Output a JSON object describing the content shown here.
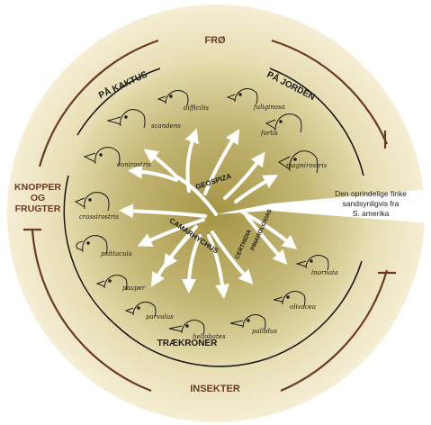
{
  "outer_ring": {
    "top": "FRØ",
    "left_line1": "KNOPPER",
    "left_line2": "OG",
    "left_line3": "FRUGTER",
    "bottom": "INSEKTER"
  },
  "inner_ring": {
    "kaktus": "PÅ KAKTUS",
    "jorden": "PÅ JORDEN",
    "traekroner": "TRÆKRONER"
  },
  "genera": {
    "geospiza": "GEOSPIZA",
    "camarhychus": "CAMARHYCHUS",
    "certhidia": "CERTHIDIA",
    "pinaroloxias": "PINAROLOXIAS"
  },
  "origin": {
    "line1": "Den oprindelige finke",
    "line2": "sandsynligvis fra",
    "line3": "S. amerika"
  },
  "species": [
    {
      "id": "difficilis",
      "label": "difficilis"
    },
    {
      "id": "fuliginosa",
      "label": "fuliginosa"
    },
    {
      "id": "scandens",
      "label": "scandens"
    },
    {
      "id": "fortis",
      "label": "fortis"
    },
    {
      "id": "conirostris",
      "label": "conirostris"
    },
    {
      "id": "magnirostris",
      "label": "magnirostris"
    },
    {
      "id": "crassirostris",
      "label": "crassirostris"
    },
    {
      "id": "psittacula",
      "label": "psittacula"
    },
    {
      "id": "inornata",
      "label": "inornata"
    },
    {
      "id": "pauper",
      "label": "pauper"
    },
    {
      "id": "olivacea",
      "label": "olivacea"
    },
    {
      "id": "parvulus",
      "label": "parvulus"
    },
    {
      "id": "pallidus",
      "label": "pallidus"
    },
    {
      "id": "heliobates",
      "label": "heliobates"
    }
  ],
  "colors": {
    "outer_fill": "#efe6bf",
    "inner_fill": "#bfb06a",
    "ring_text": "#6b3a22",
    "line": "#6b3a22"
  }
}
